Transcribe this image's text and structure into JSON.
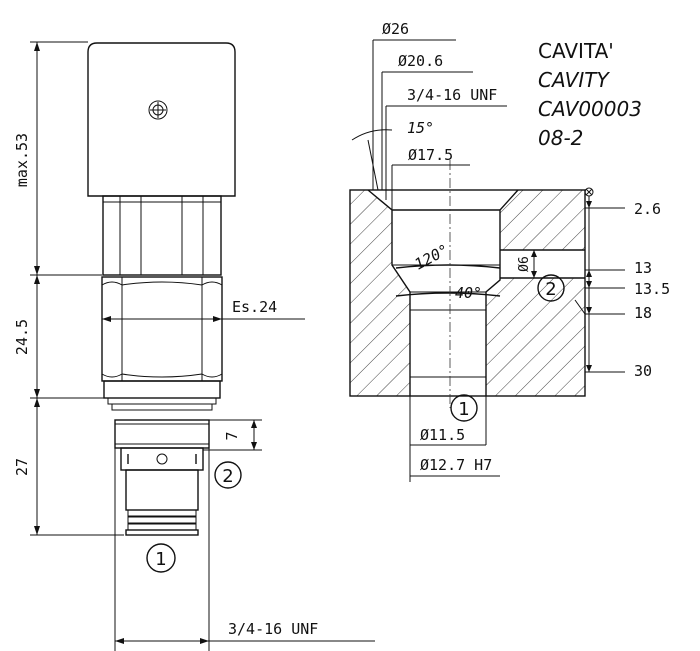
{
  "cartridge": {
    "height_max": "max.53",
    "body_height": "24.5",
    "hex_width": "Es.24",
    "nose_length": "27",
    "port2_offset": "7",
    "thread": "3/4-16 UNF",
    "port1_label": "1",
    "port2_label": "2"
  },
  "cavity": {
    "title_lines": [
      "CAVITA'",
      "CAVITY",
      "CAV00003",
      "08-2"
    ],
    "dia_26": "Ø26",
    "dia_20_6": "Ø20.6",
    "thread": "3/4-16 UNF",
    "angle_15": "15°",
    "dia_17_5": "Ø17.5",
    "angle_120": "120°",
    "angle_40": "40°",
    "dia_6": "Ø6",
    "dia_11_5": "Ø11.5",
    "dia_12_7": "Ø12.7 H7",
    "depth_2_6": "2.6",
    "depth_13": "13",
    "depth_13_5": "13.5",
    "depth_18": "18",
    "depth_30": "30",
    "port1_label": "1",
    "port2_label": "2"
  }
}
